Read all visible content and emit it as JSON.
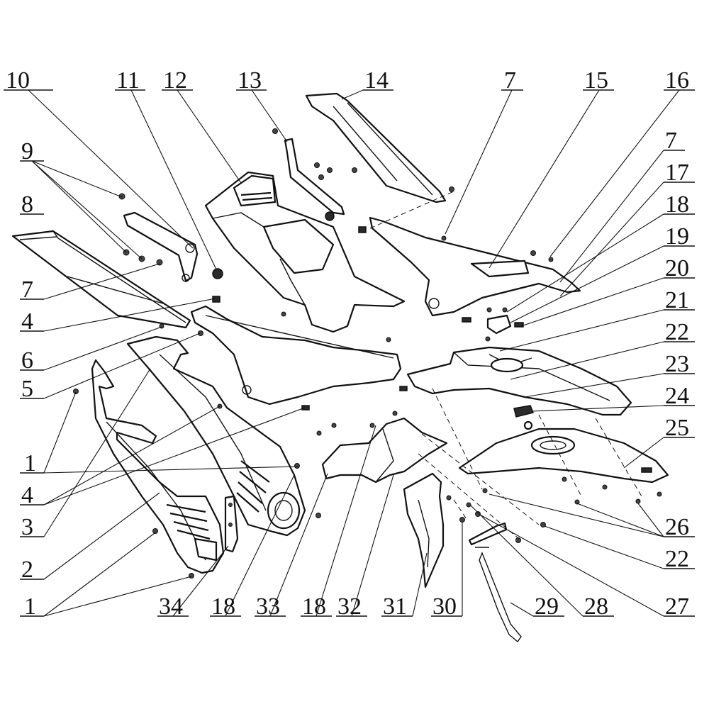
{
  "labels": {
    "l10": "10",
    "l11": "11",
    "l12": "12",
    "l13": "13",
    "l14": "14",
    "l7a": "7",
    "l15": "15",
    "l16": "16",
    "l7b": "7",
    "l17": "17",
    "l18a": "18",
    "l19": "19",
    "l20": "20",
    "l21": "21",
    "l22a": "22",
    "l23": "23",
    "l24": "24",
    "l25": "25",
    "l26": "26",
    "l22b": "22",
    "l27": "27",
    "l28": "28",
    "l29": "29",
    "l30": "30",
    "l31": "31",
    "l32": "32",
    "l18b": "18",
    "l33": "33",
    "l18c": "18",
    "l34": "34",
    "l1a": "1",
    "l2": "2",
    "l3": "3",
    "l4a": "4",
    "l1b": "1",
    "l5": "5",
    "l6": "6",
    "l4b": "4",
    "l7c": "7",
    "l8": "8",
    "l9": "9"
  }
}
